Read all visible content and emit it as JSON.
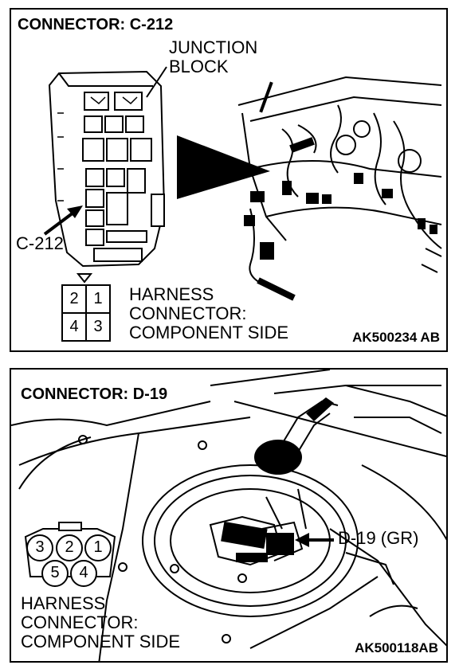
{
  "panel1": {
    "title": "CONNECTOR: C-212",
    "junction_label": [
      "JUNCTION",
      "BLOCK"
    ],
    "connector_callout": "C-212",
    "pins": [
      "2",
      "1",
      "4",
      "3"
    ],
    "harness_label": [
      "HARNESS",
      "CONNECTOR:",
      "COMPONENT SIDE"
    ],
    "figure_code": "AK500234 AB"
  },
  "panel2": {
    "title": "CONNECTOR: D-19",
    "connector_callout": "D-19 (GR)",
    "pins_top": [
      "3",
      "2",
      "1"
    ],
    "pins_bottom": [
      "5",
      "4"
    ],
    "harness_label": [
      "HARNESS",
      "CONNECTOR:",
      "COMPONENT SIDE"
    ],
    "figure_code": "AK500118AB"
  }
}
